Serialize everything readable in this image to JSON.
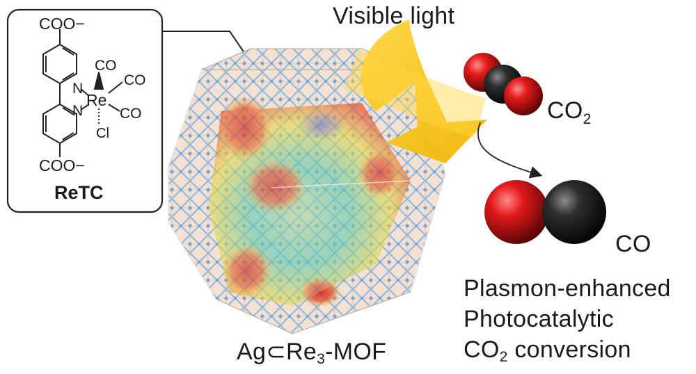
{
  "structure": {
    "top_group": "COO−",
    "bottom_group": "COO−",
    "metal": "Re",
    "nitrogen": "N",
    "carbonyl": "CO",
    "chloride": "Cl",
    "name": "ReTC"
  },
  "mof_label": {
    "prefix": "Ag",
    "subset_symbol": "⊂",
    "element": "Re",
    "subscript": "3",
    "suffix": "-MOF"
  },
  "light_label": "Visible light",
  "reactant": {
    "main": "CO",
    "subscript": "2"
  },
  "product": "CO",
  "caption_lines": {
    "line1": "Plasmon-enhanced",
    "line2": "Photocatalytic",
    "line3_pre": "CO",
    "line3_sub": "2",
    "line3_post": " conversion"
  },
  "colors": {
    "oxygen": "#e01818",
    "carbon": "#2a2a2a",
    "arrow_yellow": "#f5c21a",
    "framework_blue": "#8ab6dd",
    "framework_beige": "#f3d9c6"
  }
}
